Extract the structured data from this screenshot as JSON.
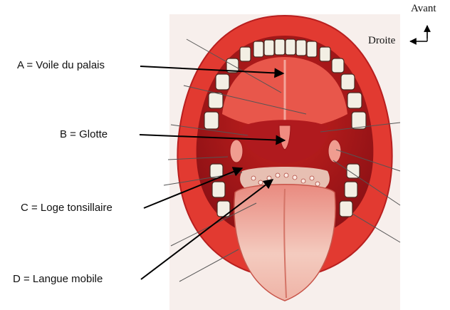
{
  "labels": {
    "a": "A = Voile du palais",
    "b": "B = Glotte",
    "c": "C = Loge tonsillaire",
    "d": "D = Langue mobile"
  },
  "orientation": {
    "forward": "Avant",
    "right": "Droite"
  },
  "colors": {
    "tissue_red": "#e0332c",
    "dark_red": "#a5161a",
    "tongue_pink": "#f2c1b6",
    "teeth": "#f2efe6",
    "arrow": "#000000"
  }
}
